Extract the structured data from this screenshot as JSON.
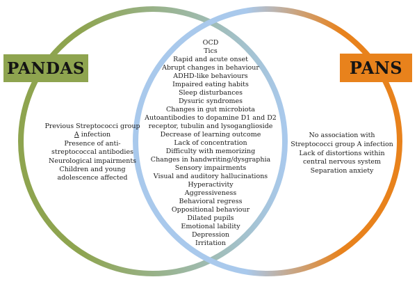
{
  "venn": {
    "left": {
      "label": "PANDAS",
      "unique_line1": "Previous Streptococci group",
      "unique_line2_underlined": "A",
      "unique_line2_rest": " infection",
      "unique_lines_rest": [
        "Presence of anti-",
        "streptococcal antibodies",
        "Neurological impairments",
        "Children and young",
        "adolescence affected"
      ]
    },
    "right": {
      "label": "PANS",
      "unique_lines": [
        "No association with",
        "Streptococci group A infection",
        "Lack of distortions within",
        "central nervous system",
        "Separation anxiety"
      ]
    },
    "shared": {
      "lines": [
        "OCD",
        "Tics",
        "Rapid and acute onset",
        "Abrupt changes in behaviour",
        "ADHD-like behaviours",
        "Impaired eating habits",
        "Sleep disturbances",
        "Dysuric syndromes",
        "Changes in gut microbiota",
        "Autoantibodies to dopamine D1 and D2",
        "receptor, tubulin and lysoganglioside",
        "Decrease of learning outcome",
        "Lack of concentration",
        "Difficulty with memorizing",
        "Changes in handwriting/dysgraphia",
        "Sensory impairments",
        "Visual and auditory hallucinations",
        "Hyperactivity",
        "Aggressiveness",
        "Behavioral regress",
        "Oppositional behaviour",
        "Dilated pupils",
        "Emotional lability",
        "Depression",
        "Irritation"
      ]
    }
  },
  "colors": {
    "pandas-green": "#8EA44F",
    "pans-orange": "#E8821C",
    "overlap-blue": "#A9C9EC",
    "text": "#1C1C1C"
  }
}
